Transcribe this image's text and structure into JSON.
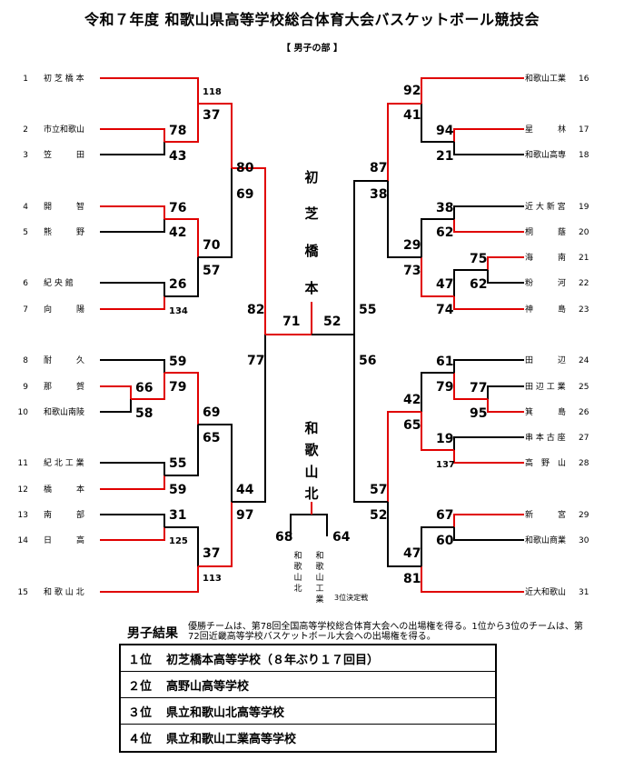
{
  "title": "令和７年度 和歌山県高等学校総合体育大会バスケットボール競技会",
  "division": "【 男子の部 】",
  "left_teams": [
    {
      "seed": "1",
      "name": "初 芝 橋 本"
    },
    {
      "seed": "2",
      "name": "市立和歌山"
    },
    {
      "seed": "3",
      "name": "笠　　　田"
    },
    {
      "seed": "4",
      "name": "開　　　智"
    },
    {
      "seed": "5",
      "name": "熊　　　野"
    },
    {
      "seed": "6",
      "name": "紀 央 館"
    },
    {
      "seed": "7",
      "name": "向　　　陽"
    },
    {
      "seed": "8",
      "name": "耐　　　久"
    },
    {
      "seed": "9",
      "name": "那　　　賀"
    },
    {
      "seed": "10",
      "name": "和歌山南陵"
    },
    {
      "seed": "11",
      "name": "紀 北 工 業"
    },
    {
      "seed": "12",
      "name": "橋　　　本"
    },
    {
      "seed": "13",
      "name": "南　　　部"
    },
    {
      "seed": "14",
      "name": "日　　　高"
    },
    {
      "seed": "15",
      "name": "和 歌 山 北"
    }
  ],
  "right_teams": [
    {
      "seed": "16",
      "name": "和歌山工業"
    },
    {
      "seed": "17",
      "name": "星　　　林"
    },
    {
      "seed": "18",
      "name": "和歌山高専"
    },
    {
      "seed": "19",
      "name": "近 大 新 宮"
    },
    {
      "seed": "20",
      "name": "桐　　　蔭"
    },
    {
      "seed": "21",
      "name": "海　　　南"
    },
    {
      "seed": "22",
      "name": "粉　　　河"
    },
    {
      "seed": "23",
      "name": "神　　　島"
    },
    {
      "seed": "24",
      "name": "田　　　辺"
    },
    {
      "seed": "25",
      "name": "田 辺 工 業"
    },
    {
      "seed": "26",
      "name": "箕　　　島"
    },
    {
      "seed": "27",
      "name": "串 本 古 座"
    },
    {
      "seed": "28",
      "name": "高　野　山"
    },
    {
      "seed": "29",
      "name": "新　　　宮"
    },
    {
      "seed": "30",
      "name": "和歌山商業"
    },
    {
      "seed": "31",
      "name": "近大和歌山"
    }
  ],
  "scores": {
    "l1_2_3a": "78",
    "l1_2_3b": "43",
    "l1_118": "118",
    "l1_37": "37",
    "l4_5a": "76",
    "l4_5b": "42",
    "l6_7a": "26",
    "l6_7b": "134",
    "l_qf2a": "70",
    "l_qf2b": "57",
    "l_sf1a": "80",
    "l_sf1b": "69",
    "l9_10a": "66",
    "l9_10b": "58",
    "l8_9a": "59",
    "l8_9b": "79",
    "l11_12a": "55",
    "l11_12b": "59",
    "l_qf3a": "69",
    "l_qf3b": "65",
    "l13_14a": "31",
    "l13_14b": "125",
    "l_qf4a": "37",
    "l_qf4b": "113",
    "l_sf2a": "44",
    "l_sf2b": "97",
    "l_fa": "82",
    "l_fb": "77",
    "final_l": "71",
    "final_r": "52",
    "r16_17a": "92",
    "r16_17b": "41",
    "r17_18a": "94",
    "r17_18b": "21",
    "r19_20a": "38",
    "r19_20b": "62",
    "r21_22a": "75",
    "r21_22b": "62",
    "r_qf2a": "47",
    "r_qf2b": "74",
    "r_sf1a": "29",
    "r_sf1b": "73",
    "r_top_a": "87",
    "r_top_b": "38",
    "r24_25a": "61",
    "r24_25b": "79",
    "r25_26a": "77",
    "r25_26b": "95",
    "r27_28a": "19",
    "r27_28b": "137",
    "r_qf3a": "42",
    "r_qf3b": "65",
    "r29_30a": "67",
    "r29_30b": "60",
    "r_qf4a": "47",
    "r_qf4b": "81",
    "r_sf2a": "57",
    "r_sf2b": "52",
    "r_fa": "55",
    "r_fb": "56",
    "third_l": "68",
    "third_r": "64"
  },
  "champion_vertical": [
    "初",
    "芝",
    "橋",
    "本"
  ],
  "runnerup_vertical": [
    "和",
    "歌",
    "山",
    "北"
  ],
  "third_left_vertical": [
    "和",
    "歌",
    "山",
    "北"
  ],
  "third_right_vertical": [
    "和",
    "歌",
    "山",
    "工",
    "業"
  ],
  "third_label": "3位決定戦",
  "results": {
    "title": "男子結果",
    "note": "優勝チームは、第78回全国高等学校総合体育大会への出場権を得る。1位から3位のチームは、第72回近畿高等学校バスケットボール大会への出場権を得る。",
    "rows": [
      {
        "rank": "１位",
        "text": "初芝橋本高等学校（８年ぶり１７回目）"
      },
      {
        "rank": "２位",
        "text": "高野山高等学校"
      },
      {
        "rank": "３位",
        "text": "県立和歌山北高等学校"
      },
      {
        "rank": "４位",
        "text": "県立和歌山工業高等学校"
      }
    ]
  },
  "colors": {
    "win": "#e00000",
    "line": "#000000"
  }
}
